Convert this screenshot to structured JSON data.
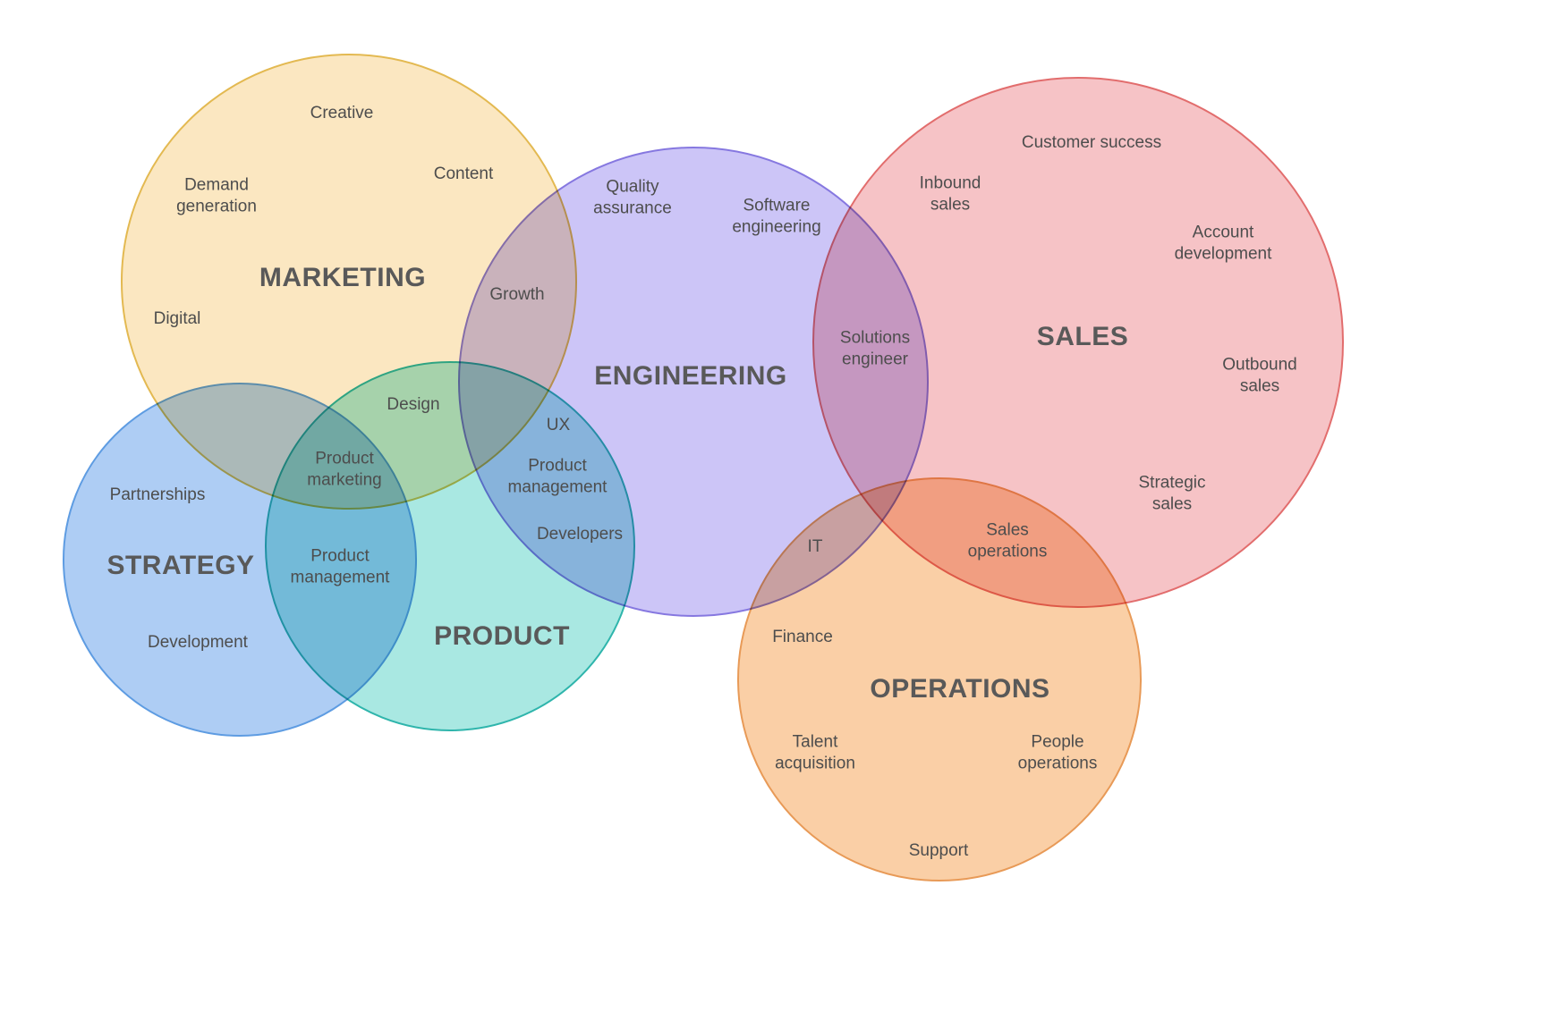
{
  "diagram": {
    "type": "venn",
    "text_color": "#4d4d4d",
    "circles": [
      {
        "name": "Marketing",
        "title": "MARKETING",
        "fill": "#fbe7c1",
        "stroke": "#e3b951",
        "labels": [
          "Creative",
          "Content",
          "Demand generation",
          "Digital"
        ]
      },
      {
        "name": "Engineering",
        "title": "ENGINEERING",
        "fill": "#ccc5f7",
        "stroke": "#8678e0",
        "labels": [
          "Quality assurance",
          "Software engineering"
        ]
      },
      {
        "name": "Sales",
        "title": "SALES",
        "fill": "#f6c3c6",
        "stroke": "#e26d6d",
        "labels": [
          "Customer success",
          "Inbound sales",
          "Account development",
          "Outbound sales",
          "Strategic sales"
        ]
      },
      {
        "name": "Strategy",
        "title": "STRATEGY",
        "fill": "#aecdf4",
        "stroke": "#5e9ce2",
        "labels": [
          "Partnerships",
          "Development"
        ]
      },
      {
        "name": "Product",
        "title": "PRODUCT",
        "fill": "#a9e8e2",
        "stroke": "#2fb5ac",
        "labels": []
      },
      {
        "name": "Operations",
        "title": "OPERATIONS",
        "fill": "#facfa6",
        "stroke": "#e89a57",
        "labels": [
          "Finance",
          "Talent acquisition",
          "People operations",
          "Support"
        ]
      }
    ],
    "overlap_labels": [
      {
        "between": "Marketing + Engineering",
        "text": "Growth"
      },
      {
        "between": "Marketing + Product",
        "text": "Design"
      },
      {
        "between": "Engineering + Product",
        "text": "UX"
      },
      {
        "between": "Engineering + Product",
        "text": "Product management"
      },
      {
        "between": "Engineering + Product",
        "text": "Developers"
      },
      {
        "between": "Engineering + Sales",
        "text": "Solutions engineer"
      },
      {
        "between": "Engineering + Operations",
        "text": "IT"
      },
      {
        "between": "Sales + Operations",
        "text": "Sales operations"
      },
      {
        "between": "Marketing + Strategy + Product",
        "text": "Product marketing"
      },
      {
        "between": "Strategy + Product",
        "text": "Product management"
      }
    ]
  }
}
